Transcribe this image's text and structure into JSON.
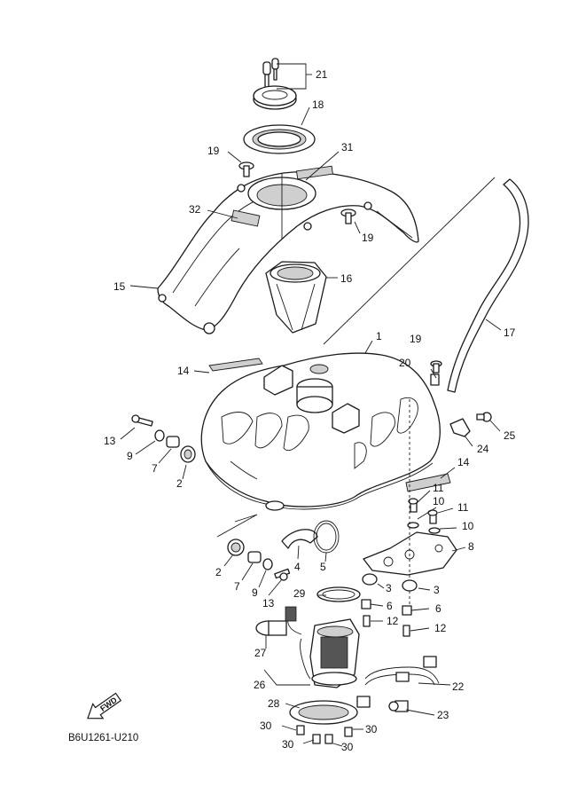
{
  "diagram": {
    "drawing_code": "B6U1261-U210",
    "direction_label": "FWD",
    "callouts": [
      {
        "id": "c21",
        "label": "21"
      },
      {
        "id": "c18",
        "label": "18"
      },
      {
        "id": "c19a",
        "label": "19"
      },
      {
        "id": "c31",
        "label": "31"
      },
      {
        "id": "c32",
        "label": "32"
      },
      {
        "id": "c19b",
        "label": "19"
      },
      {
        "id": "c15",
        "label": "15"
      },
      {
        "id": "c16",
        "label": "16"
      },
      {
        "id": "c17",
        "label": "17"
      },
      {
        "id": "c1",
        "label": "1"
      },
      {
        "id": "c19c",
        "label": "19"
      },
      {
        "id": "c14a",
        "label": "14"
      },
      {
        "id": "c20",
        "label": "20"
      },
      {
        "id": "c25",
        "label": "25"
      },
      {
        "id": "c24",
        "label": "24"
      },
      {
        "id": "c13a",
        "label": "13"
      },
      {
        "id": "c9a",
        "label": "9"
      },
      {
        "id": "c7a",
        "label": "7"
      },
      {
        "id": "c2a",
        "label": "2"
      },
      {
        "id": "c14b",
        "label": "14"
      },
      {
        "id": "c11a",
        "label": "11"
      },
      {
        "id": "c10a",
        "label": "10"
      },
      {
        "id": "c11b",
        "label": "11"
      },
      {
        "id": "c10b",
        "label": "10"
      },
      {
        "id": "c8",
        "label": "8"
      },
      {
        "id": "c2b",
        "label": "2"
      },
      {
        "id": "c7b",
        "label": "7"
      },
      {
        "id": "c9b",
        "label": "9"
      },
      {
        "id": "c4",
        "label": "4"
      },
      {
        "id": "c5",
        "label": "5"
      },
      {
        "id": "c13b",
        "label": "13"
      },
      {
        "id": "c29",
        "label": "29"
      },
      {
        "id": "c3a",
        "label": "3"
      },
      {
        "id": "c6a",
        "label": "6"
      },
      {
        "id": "c3b",
        "label": "3"
      },
      {
        "id": "c6b",
        "label": "6"
      },
      {
        "id": "c12a",
        "label": "12"
      },
      {
        "id": "c12b",
        "label": "12"
      },
      {
        "id": "c27",
        "label": "27"
      },
      {
        "id": "c26",
        "label": "26"
      },
      {
        "id": "c22",
        "label": "22"
      },
      {
        "id": "c28",
        "label": "28"
      },
      {
        "id": "c23",
        "label": "23"
      },
      {
        "id": "c30a",
        "label": "30"
      },
      {
        "id": "c30b",
        "label": "30"
      },
      {
        "id": "c30c",
        "label": "30"
      },
      {
        "id": "c30d",
        "label": "30"
      }
    ]
  }
}
